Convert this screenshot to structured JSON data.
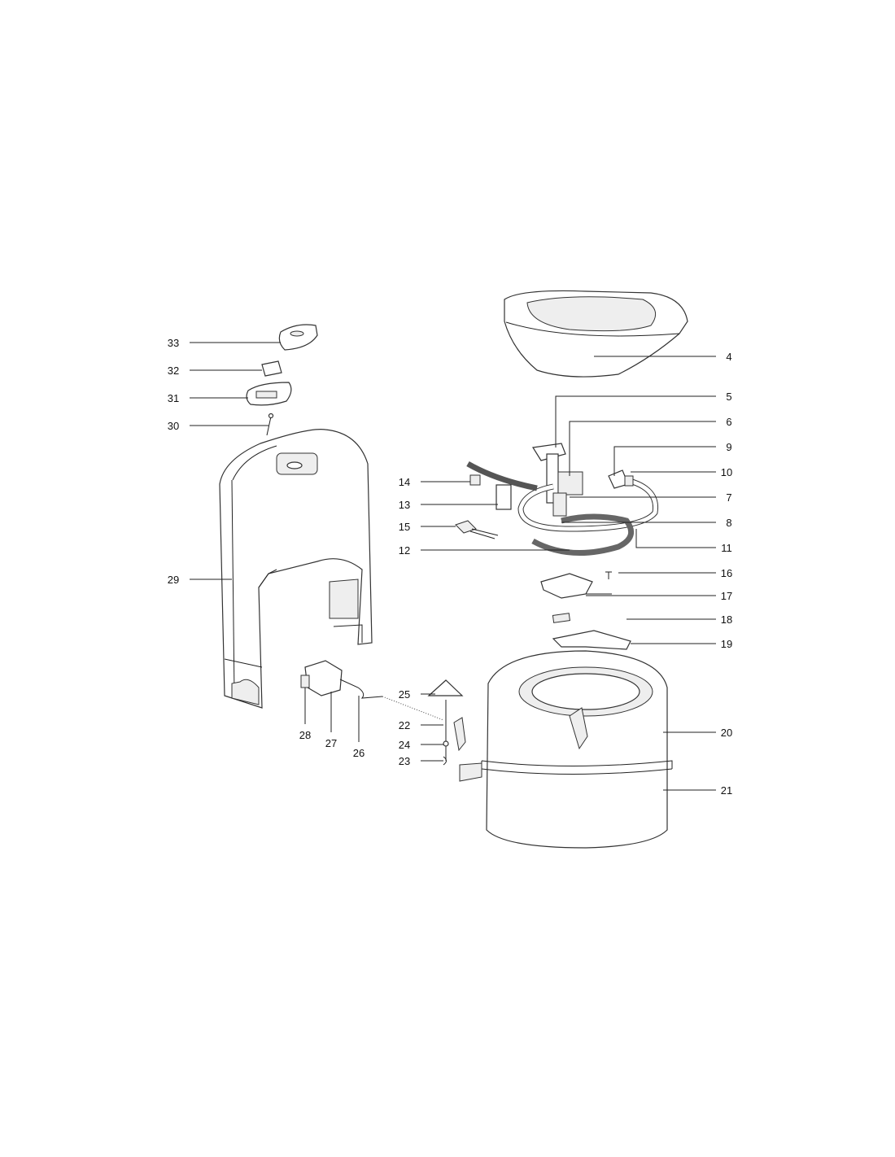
{
  "diagram": {
    "type": "exploded parts diagram",
    "callouts": {
      "p4": "4",
      "p5": "5",
      "p6": "6",
      "p7": "7",
      "p8": "8",
      "p9": "9",
      "p10": "10",
      "p11": "11",
      "p12": "12",
      "p13": "13",
      "p14": "14",
      "p15": "15",
      "p16": "16",
      "p17": "17",
      "p18": "18",
      "p19": "19",
      "p20": "20",
      "p21": "21",
      "p22": "22",
      "p23": "23",
      "p24": "24",
      "p25": "25",
      "p26": "26",
      "p27": "27",
      "p28": "28",
      "p29": "29",
      "p30": "30",
      "p31": "31",
      "p32": "32",
      "p33": "33"
    }
  }
}
